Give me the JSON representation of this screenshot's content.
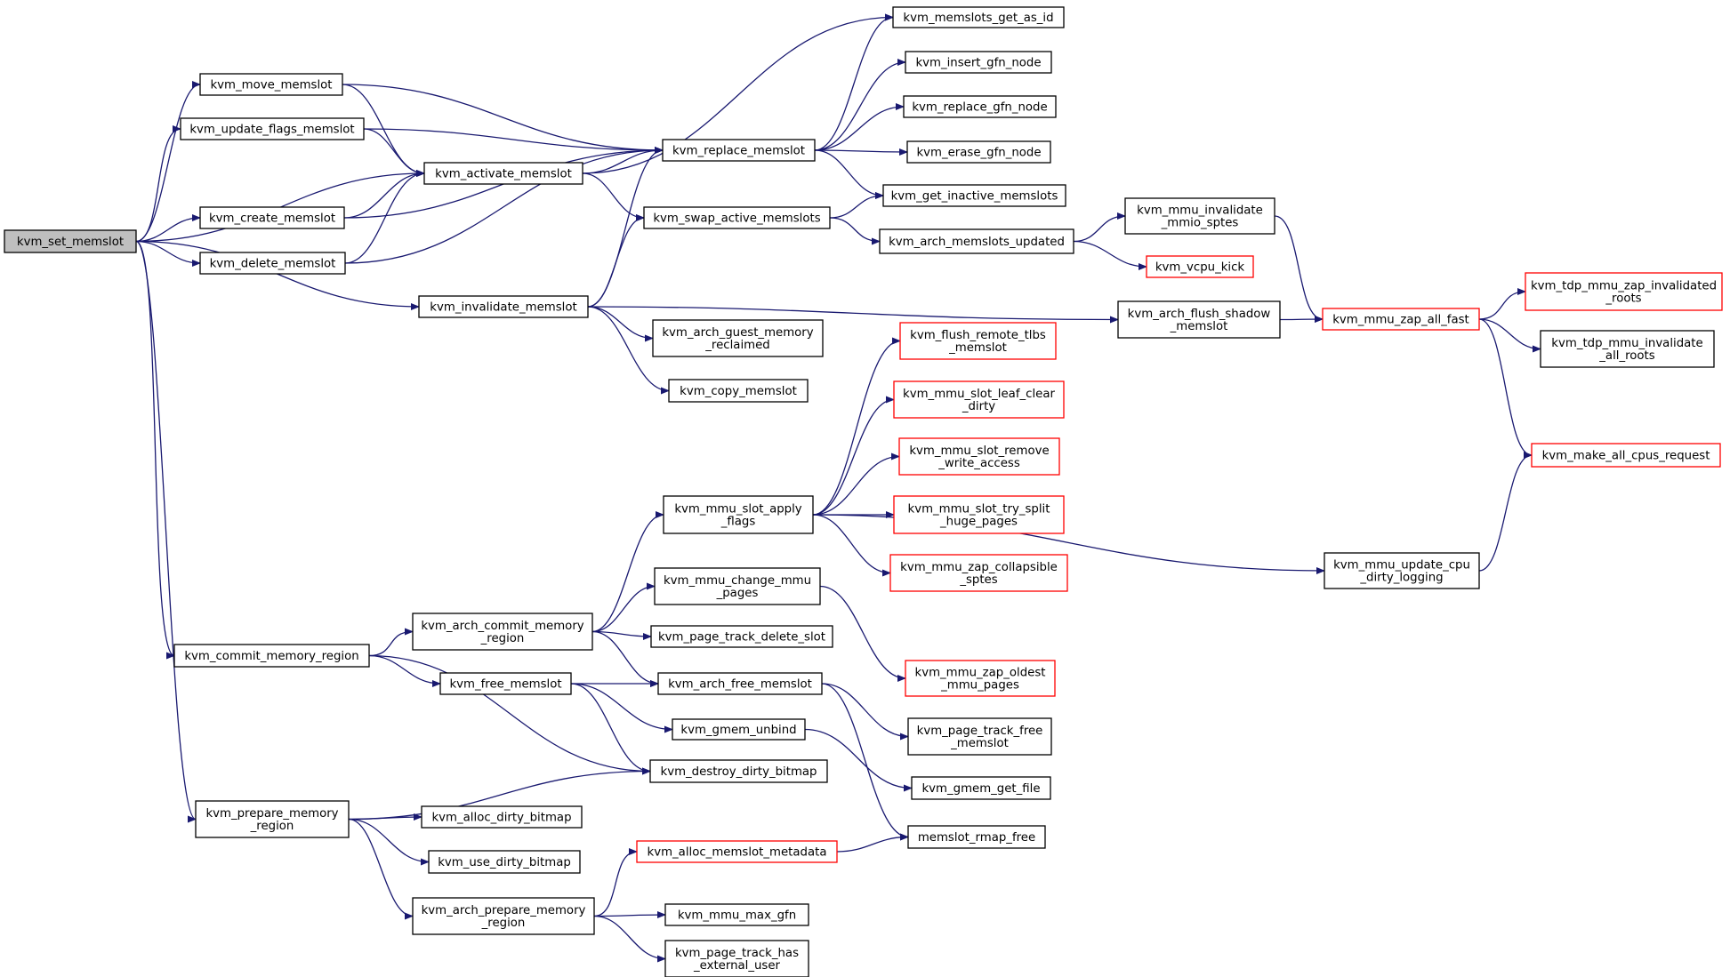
{
  "graph": {
    "edge_color": "#191970",
    "highlight_fill": "#bfbfbf",
    "incomplete_border_color": "#ff0000",
    "nodes": [
      {
        "id": "set",
        "lines": [
          "kvm_set_memslot"
        ],
        "highlight": true
      },
      {
        "id": "move",
        "lines": [
          "kvm_move_memslot"
        ]
      },
      {
        "id": "uflags",
        "lines": [
          "kvm_update_flags_memslot"
        ]
      },
      {
        "id": "activate",
        "lines": [
          "kvm_activate_memslot"
        ]
      },
      {
        "id": "create",
        "lines": [
          "kvm_create_memslot"
        ]
      },
      {
        "id": "delete",
        "lines": [
          "kvm_delete_memslot"
        ]
      },
      {
        "id": "invalidate",
        "lines": [
          "kvm_invalidate_memslot"
        ]
      },
      {
        "id": "replace",
        "lines": [
          "kvm_replace_memslot"
        ]
      },
      {
        "id": "swap",
        "lines": [
          "kvm_swap_active_memslots"
        ]
      },
      {
        "id": "getasid",
        "lines": [
          "kvm_memslots_get_as_id"
        ]
      },
      {
        "id": "insert",
        "lines": [
          "kvm_insert_gfn_node"
        ]
      },
      {
        "id": "replgfn",
        "lines": [
          "kvm_replace_gfn_node"
        ]
      },
      {
        "id": "erase",
        "lines": [
          "kvm_erase_gfn_node"
        ]
      },
      {
        "id": "getinactive",
        "lines": [
          "kvm_get_inactive_memslots"
        ]
      },
      {
        "id": "updated",
        "lines": [
          "kvm_arch_memslots_updated"
        ]
      },
      {
        "id": "invmmio",
        "lines": [
          "kvm_mmu_invalidate",
          "_mmio_sptes"
        ]
      },
      {
        "id": "vcpukick",
        "lines": [
          "kvm_vcpu_kick"
        ],
        "incomplete": true
      },
      {
        "id": "flushshadow",
        "lines": [
          "kvm_arch_flush_shadow",
          "_memslot"
        ]
      },
      {
        "id": "zapfast",
        "lines": [
          "kvm_mmu_zap_all_fast"
        ],
        "incomplete": true
      },
      {
        "id": "tdpzap",
        "lines": [
          "kvm_tdp_mmu_zap_invalidated",
          "_roots"
        ],
        "incomplete": true
      },
      {
        "id": "tdpinv",
        "lines": [
          "kvm_tdp_mmu_invalidate",
          "_all_roots"
        ]
      },
      {
        "id": "makeall",
        "lines": [
          "kvm_make_all_cpus_request"
        ],
        "incomplete": true
      },
      {
        "id": "reclaimed",
        "lines": [
          "kvm_arch_guest_memory",
          "_reclaimed"
        ]
      },
      {
        "id": "copy",
        "lines": [
          "kvm_copy_memslot"
        ]
      },
      {
        "id": "flushtlbs",
        "lines": [
          "kvm_flush_remote_tlbs",
          "_memslot"
        ],
        "incomplete": true
      },
      {
        "id": "leafclear",
        "lines": [
          "kvm_mmu_slot_leaf_clear",
          "_dirty"
        ],
        "incomplete": true
      },
      {
        "id": "removewrite",
        "lines": [
          "kvm_mmu_slot_remove",
          "_write_access"
        ],
        "incomplete": true
      },
      {
        "id": "trysplit",
        "lines": [
          "kvm_mmu_slot_try_split",
          "_huge_pages"
        ],
        "incomplete": true
      },
      {
        "id": "zapcollapsible",
        "lines": [
          "kvm_mmu_zap_collapsible",
          "_sptes"
        ],
        "incomplete": true
      },
      {
        "id": "applyflags",
        "lines": [
          "kvm_mmu_slot_apply",
          "_flags"
        ]
      },
      {
        "id": "changemmu",
        "lines": [
          "kvm_mmu_change_mmu",
          "_pages"
        ]
      },
      {
        "id": "updatecpu",
        "lines": [
          "kvm_mmu_update_cpu",
          "_dirty_logging"
        ]
      },
      {
        "id": "commitregion",
        "lines": [
          "kvm_arch_commit_memory",
          "_region"
        ]
      },
      {
        "id": "trackdelete",
        "lines": [
          "kvm_page_track_delete_slot"
        ]
      },
      {
        "id": "commit",
        "lines": [
          "kvm_commit_memory_region"
        ]
      },
      {
        "id": "zapoldest",
        "lines": [
          "kvm_mmu_zap_oldest",
          "_mmu_pages"
        ],
        "incomplete": true
      },
      {
        "id": "freememslot",
        "lines": [
          "kvm_free_memslot"
        ]
      },
      {
        "id": "archfree",
        "lines": [
          "kvm_arch_free_memslot"
        ]
      },
      {
        "id": "unbind",
        "lines": [
          "kvm_gmem_unbind"
        ]
      },
      {
        "id": "trackfree",
        "lines": [
          "kvm_page_track_free",
          "_memslot"
        ]
      },
      {
        "id": "destroydirty",
        "lines": [
          "kvm_destroy_dirty_bitmap"
        ]
      },
      {
        "id": "getfile",
        "lines": [
          "kvm_gmem_get_file"
        ]
      },
      {
        "id": "prepare",
        "lines": [
          "kvm_prepare_memory",
          "_region"
        ]
      },
      {
        "id": "allocdirty",
        "lines": [
          "kvm_alloc_dirty_bitmap"
        ]
      },
      {
        "id": "usedirty",
        "lines": [
          "kvm_use_dirty_bitmap"
        ]
      },
      {
        "id": "allocmeta",
        "lines": [
          "kvm_alloc_memslot_metadata"
        ],
        "incomplete": true
      },
      {
        "id": "rmapfree",
        "lines": [
          "memslot_rmap_free"
        ]
      },
      {
        "id": "archprepare",
        "lines": [
          "kvm_arch_prepare_memory",
          "_region"
        ]
      },
      {
        "id": "maxgfn",
        "lines": [
          "kvm_mmu_max_gfn"
        ]
      },
      {
        "id": "hasext",
        "lines": [
          "kvm_page_track_has",
          "_external_user"
        ]
      }
    ]
  }
}
